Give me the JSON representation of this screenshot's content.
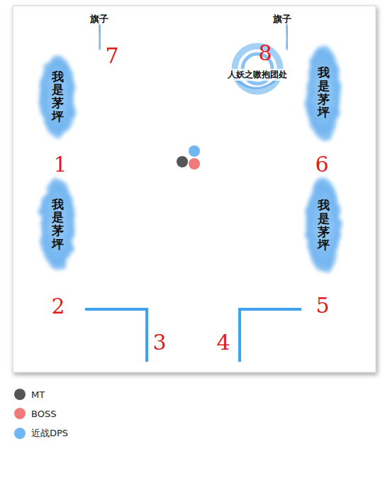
{
  "diagram": {
    "nodes": [
      {
        "text": [
          "我是茅坪"
        ]
      },
      {
        "text": [
          "人妖之嗷抱团处"
        ]
      },
      {
        "text": [
          "我是茅坪"
        ]
      },
      {
        "text": [
          "我是茅坪"
        ]
      },
      {
        "text": [
          "我是茅坪"
        ]
      }
    ],
    "labels": [
      "旗子",
      "旗子",
      "7",
      "8",
      "1",
      "6",
      "2",
      "5",
      "3",
      "4"
    ],
    "legend": [
      {
        "text": "MT",
        "color": "#555555"
      },
      {
        "text": "BOSS",
        "color": "#f07a7a"
      },
      {
        "text": "近战DPS",
        "color": "#6fb6f2"
      }
    ]
  }
}
